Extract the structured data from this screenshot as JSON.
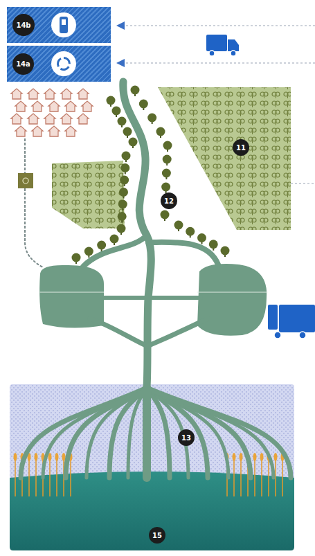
{
  "diagram": {
    "nodes": [
      {
        "text": [
          "14b"
        ]
      },
      {
        "text": [
          "14a"
        ]
      }
    ],
    "labels": [
      "11",
      "12",
      "13",
      "15"
    ]
  }
}
